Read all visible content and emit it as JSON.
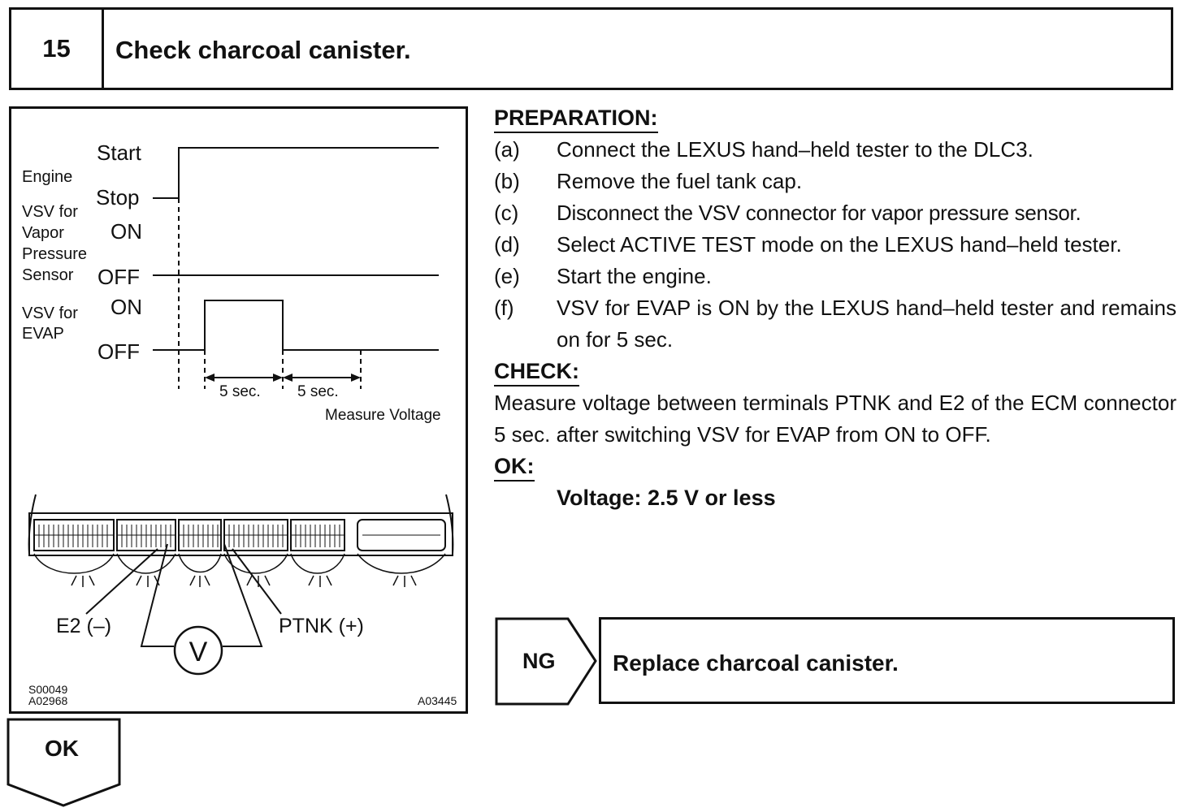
{
  "step": {
    "number": "15",
    "title": "Check charcoal canister."
  },
  "figure": {
    "timing": {
      "engine_label": "Engine",
      "engine_start": "Start",
      "engine_stop": "Stop",
      "vsv_vps_label_1": "VSV for",
      "vsv_vps_label_2": "Vapor",
      "vsv_vps_label_3": "Pressure",
      "vsv_vps_label_4": "Sensor",
      "vsv_vps_on": "ON",
      "vsv_vps_off": "OFF",
      "vsv_evap_label_1": "VSV for",
      "vsv_evap_label_2": "EVAP",
      "vsv_evap_on": "ON",
      "vsv_evap_off": "OFF",
      "interval_1": "5 sec.",
      "interval_2": "5 sec.",
      "measure_voltage": "Measure Voltage"
    },
    "connector": {
      "e2_label": "E2 (–)",
      "ptnk_label": "PTNK (+)",
      "meter_symbol": "V"
    },
    "codes": {
      "code_1": "S00049",
      "code_2": "A02968",
      "code_3": "A03445"
    }
  },
  "preparation": {
    "heading": "PREPARATION:",
    "items": [
      {
        "label": "(a)",
        "text": "Connect the LEXUS hand–held tester to the DLC3."
      },
      {
        "label": "(b)",
        "text": "Remove the fuel tank cap."
      },
      {
        "label": "(c)",
        "text": "Disconnect the VSV connector for vapor pressure sensor."
      },
      {
        "label": "(d)",
        "text": "Select ACTIVE TEST mode on the LEXUS hand–held tester."
      },
      {
        "label": "(e)",
        "text": "Start the engine."
      },
      {
        "label": "(f)",
        "text": "VSV for EVAP is ON by the LEXUS hand–held tester and remains on for 5 sec."
      }
    ]
  },
  "check": {
    "heading": "CHECK:",
    "text": "Measure voltage between terminals PTNK and E2 of the ECM connector 5 sec. after switching VSV for EVAP from ON to OFF."
  },
  "ok_spec": {
    "heading": "OK:",
    "value": "Voltage: 2.5 V or less"
  },
  "ng_result": {
    "label": "NG",
    "action": "Replace charcoal canister."
  },
  "ok_result": {
    "label": "OK"
  }
}
